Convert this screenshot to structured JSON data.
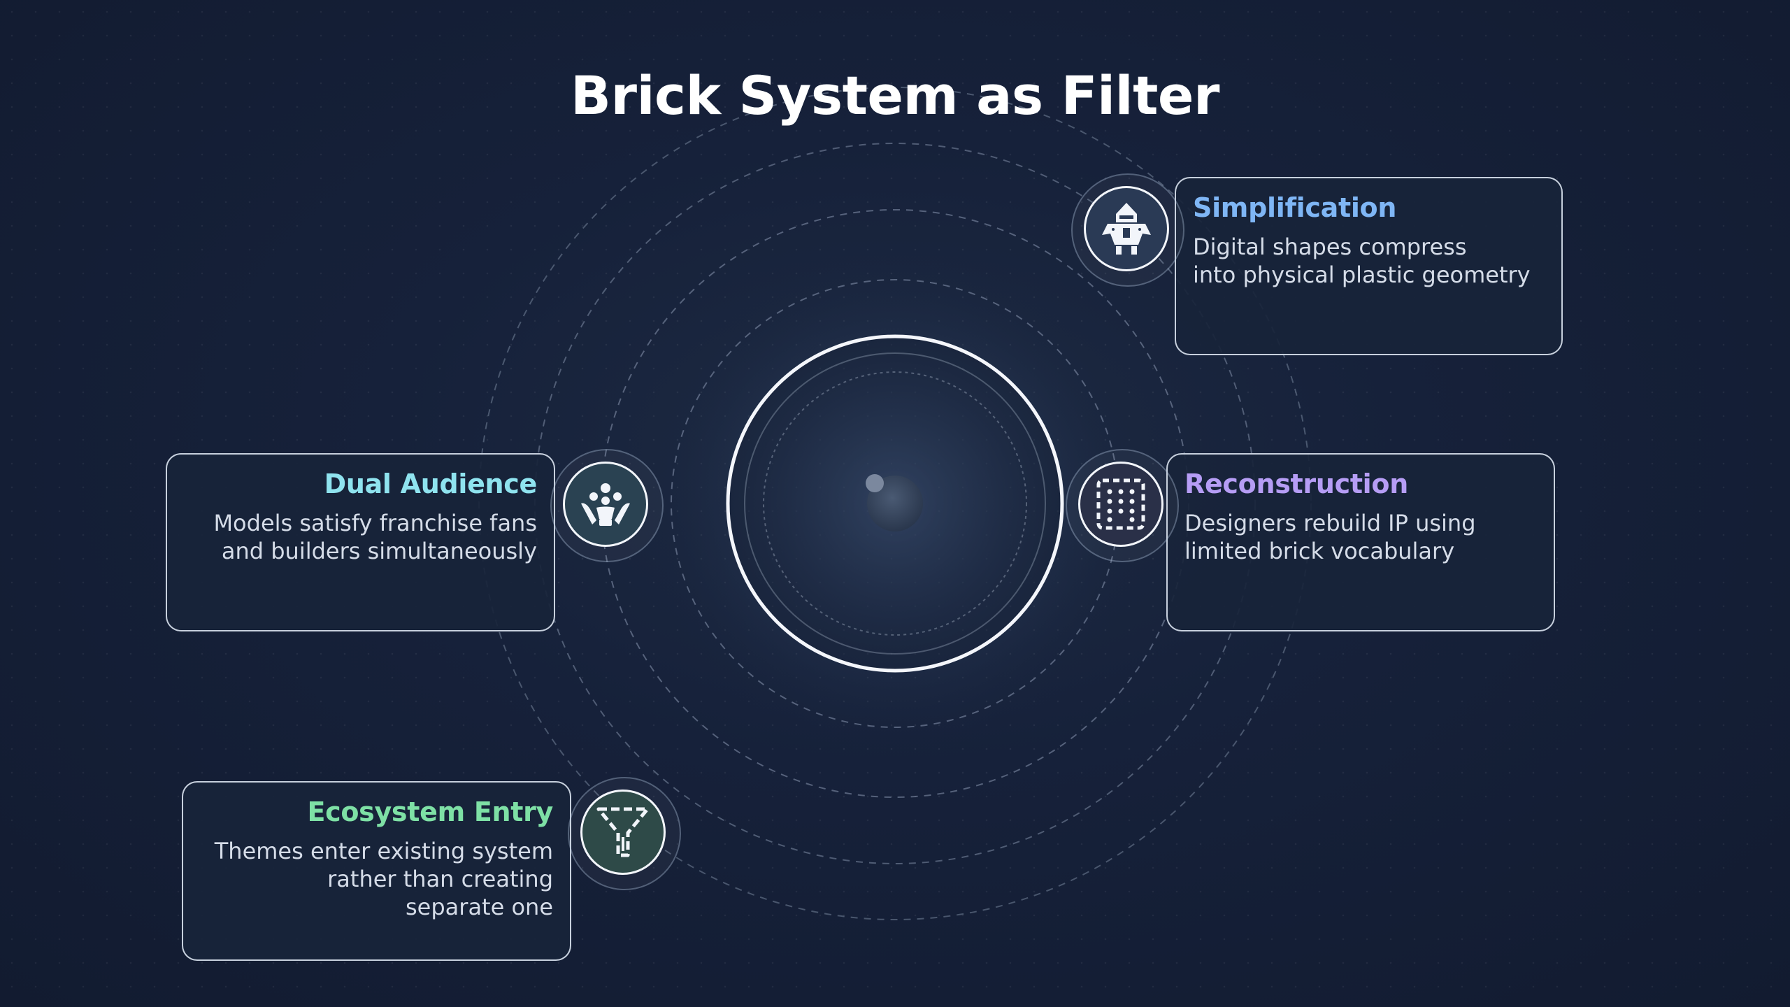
{
  "title": "Brick System as Filter",
  "nodes": [
    {
      "id": "simplification",
      "title": "Simplification",
      "desc": "Digital shapes compress\ninto physical plastic geometry",
      "icon": "robot-icon",
      "color": "#7fb6f5"
    },
    {
      "id": "reconstruction",
      "title": "Reconstruction",
      "desc": "Designers rebuild IP using\nlimited brick vocabulary",
      "icon": "brick-grid-icon",
      "color": "#b69df5"
    },
    {
      "id": "dual-audience",
      "title": "Dual Audience",
      "desc": "Models satisfy franchise fans\nand builders simultaneously",
      "icon": "group-icon",
      "color": "#8fe3ef"
    },
    {
      "id": "ecosystem-entry",
      "title": "Ecosystem Entry",
      "desc": "Themes enter existing system\nrather than creating\nseparate one",
      "icon": "funnel-icon",
      "color": "#7ee0a5"
    }
  ],
  "colors": {
    "background": "#16213a",
    "card_border": "#e6eefa",
    "ring_dash": "#8a98b0"
  }
}
